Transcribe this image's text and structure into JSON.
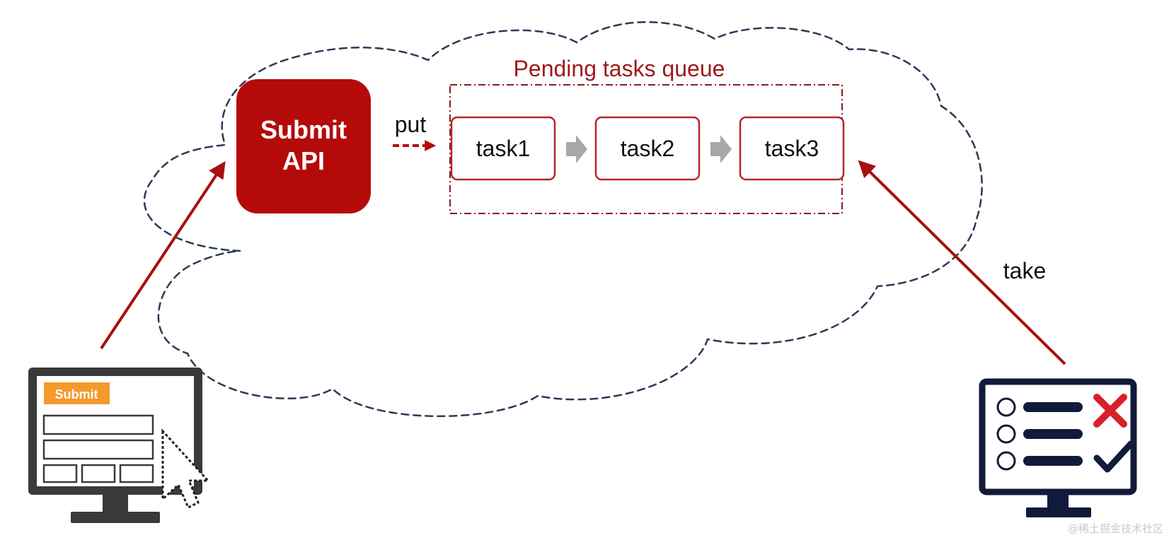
{
  "diagram": {
    "submit_api": {
      "line1": "Submit",
      "line2": "API"
    },
    "put_label": "put",
    "take_label": "take",
    "queue": {
      "title": "Pending tasks queue",
      "tasks": [
        "task1",
        "task2",
        "task3"
      ]
    },
    "submit_form_icon": {
      "button_label": "Submit"
    },
    "watermark": "@稀土掘金技术社区",
    "colors": {
      "accent_red": "#b50a0a",
      "cloud_outline": "#2b3a55",
      "arrow_red": "#a80f0f",
      "monitor_frame": "#3a3a3a",
      "form_button": "#f39a2b",
      "checklist_navy": "#111a3a",
      "checklist_x": "#d8202b"
    }
  }
}
